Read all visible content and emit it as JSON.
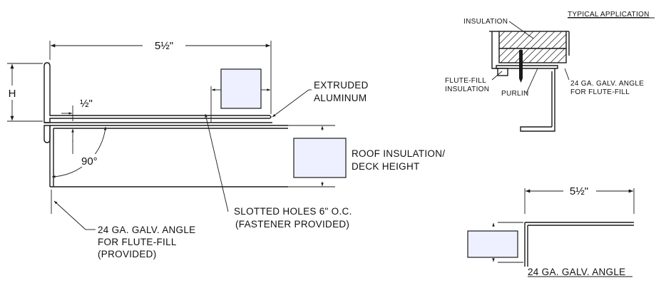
{
  "main_detail": {
    "dim_width": "5½\"",
    "dim_height": "H",
    "dim_flange": "½\"",
    "angle_label": "90°",
    "extruded_line1": "EXTRUDED",
    "extruded_line2": "ALUMINUM",
    "roof_line1": "ROOF INSULATION/",
    "roof_line2": "DECK HEIGHT",
    "slotted_line1": "SLOTTED HOLES 6\" O.C.",
    "slotted_line2": "(FASTENER PROVIDED)",
    "angle_line1": "24 GA. GALV. ANGLE",
    "angle_line2": "FOR FLUTE-FILL",
    "angle_line3": "(PROVIDED)"
  },
  "typical_application": {
    "title": "TYPICAL APPLICATION",
    "insulation": "INSULATION",
    "flute_fill_line1": "FLUTE-FILL",
    "flute_fill_line2": "INSULATION",
    "purlin": "PURLIN",
    "angle_line1": "24 GA. GALV. ANGLE",
    "angle_line2": "FOR FLUTE-FILL"
  },
  "angle_detail": {
    "dim_width": "5½\"",
    "title": "24 GA. GALV. ANGLE"
  }
}
